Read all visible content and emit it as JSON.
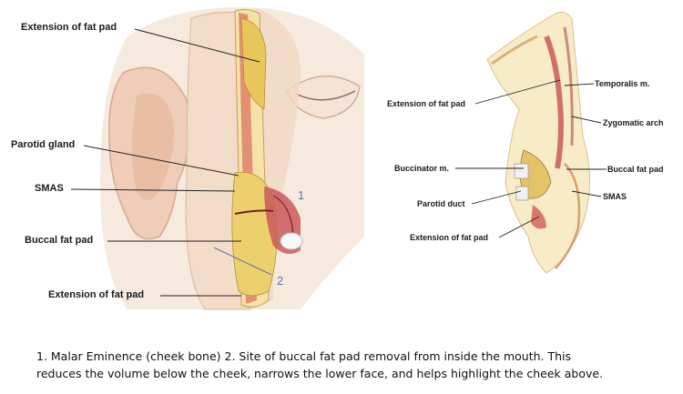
{
  "left_labels": {
    "extension_top": "Extension of fat pad",
    "parotid_gland": "Parotid gland",
    "smas": "SMAS",
    "buccal_fat_pad": "Buccal fat pad",
    "extension_bottom": "Extension of fat pad"
  },
  "left_numbers": {
    "one": "1",
    "two": "2"
  },
  "right_labels": {
    "extension_top": "Extension of fat pad",
    "temporalis": "Temporalis m.",
    "zygomatic_arch": "Zygomatic arch",
    "buccinator": "Buccinator m.",
    "buccal_fat_pad": "Buccal fat pad",
    "parotid_duct": "Parotid duct",
    "smas": "SMAS",
    "extension_bottom": "Extension of fat pad"
  },
  "caption": {
    "line1": "1. Malar Eminence (cheek bone) 2. Site of buccal fat pad removal from inside the mouth. This",
    "line2": "reduces the volume below the cheek, narrows the lower face, and helps highlight the cheek above."
  }
}
